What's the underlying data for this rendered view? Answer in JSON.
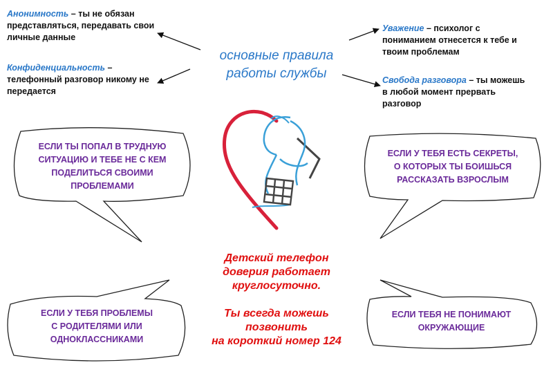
{
  "rules": {
    "anonymity": {
      "term": "Анонимность",
      "text": " – ты не обязан представляться, передавать свои личные данные"
    },
    "confidentiality": {
      "term": "Конфиденциальность",
      "text": " – телефонный разговор никому не передается"
    },
    "respect": {
      "term": "Уважение",
      "text": " – психолог с пониманием отнесется к тебе и твоим проблемам"
    },
    "freedom": {
      "term": "Свобода разговора",
      "text": " – ты можешь в любой момент прервать разговор"
    }
  },
  "center_title": {
    "line1": "основные правила",
    "line2": "работы службы"
  },
  "bubbles": {
    "top_left": [
      "ЕСЛИ ТЫ ПОПАЛ В ТРУДНУЮ",
      "СИТУАЦИЮ И ТЕБЕ НЕ С КЕМ",
      "ПОДЕЛИТЬСЯ СВОИМИ",
      "ПРОБЛЕМАМИ"
    ],
    "top_right": [
      "ЕСЛИ У ТЕБЯ ЕСТЬ СЕКРЕТЫ,",
      "О КОТОРЫХ ТЫ БОИШЬСЯ",
      "РАССКАЗАТЬ ВЗРОСЛЫМ"
    ],
    "bottom_left": [
      "ЕСЛИ У ТЕБЯ ПРОБЛЕМЫ",
      "С РОДИТЕЛЯМИ ИЛИ",
      "ОДНОКЛАССНИКАМИ"
    ],
    "bottom_right": [
      "ЕСЛИ ТЕБЯ НЕ ПОНИМАЮТ",
      "ОКРУЖАЮЩИЕ"
    ]
  },
  "message": {
    "line1": "Детский телефон",
    "line2": "доверия работает",
    "line3": "круглосуточно.",
    "line4": "Ты всегда можешь",
    "line5": "позвонить",
    "line6": "на короткий номер 124"
  },
  "colors": {
    "blue": "#2a78c8",
    "purple": "#6a2a9a",
    "red": "#e01010"
  }
}
